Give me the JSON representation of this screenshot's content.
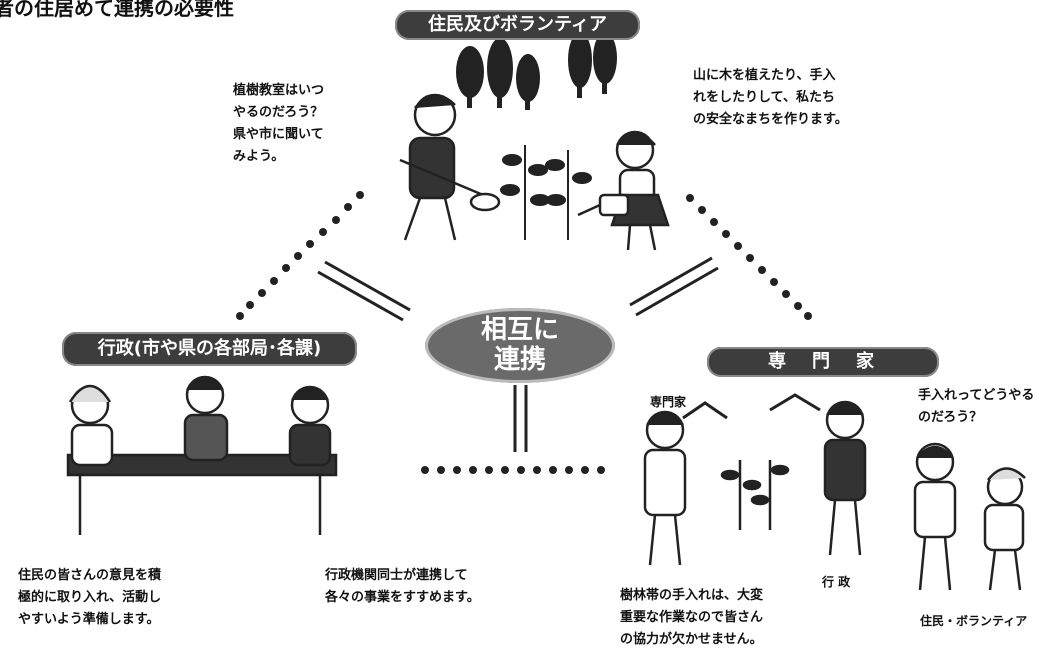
{
  "page_heading": "者の住居めて連携の必要性",
  "center_label": {
    "line1": "相互に",
    "line2": "連携"
  },
  "groups": {
    "residents": {
      "title": "住民及びボランティア"
    },
    "government": {
      "title": "行政(市や県の各部局･各課)"
    },
    "experts": {
      "title": "専　門　家"
    }
  },
  "texts": {
    "residents_left": "植樹教室はいつ\nやるのだろう？\n県や市に聞いて\nみよう。",
    "residents_right": "山に木を植えたり、手入\nれをしたりして、私たち\nの安全なまちを作ります。",
    "government_left": "住民の皆さんの意見を積\n極的に取り入れ、活動し\nやすいよう準備します。",
    "government_right": "行政機関同士が連携して\n各々の事業をすすめます。",
    "expert_label": "専門家",
    "expert_question": "手入れってどうやる\nのだろう？",
    "expert_bottom": "樹林帯の手入れは、大変\n重要な作業なので皆さん\nの協力が欠かせません。",
    "gov_label": "行 政",
    "volunteer_label": "住民・ボランティア"
  },
  "colors": {
    "banner_bg": "#3d3d3d",
    "dots": "#222222",
    "center_bg": "#6a6a6a"
  }
}
